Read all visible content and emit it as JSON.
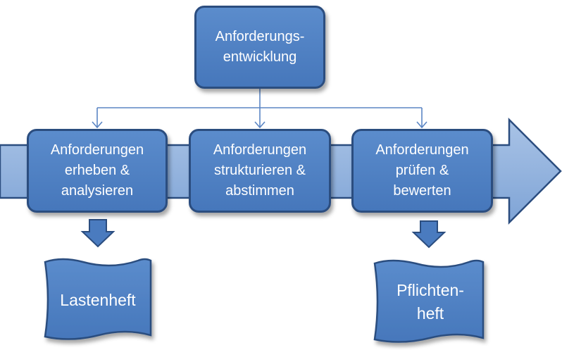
{
  "top": {
    "lines": [
      "Anforderungs-",
      "entwicklung"
    ]
  },
  "steps": [
    {
      "lines": [
        "Anforderungen",
        "erheben &",
        "analysieren"
      ]
    },
    {
      "lines": [
        "Anforderungen",
        "strukturieren &",
        "abstimmen"
      ]
    },
    {
      "lines": [
        "Anforderungen",
        "prüfen &",
        "bewerten"
      ]
    }
  ],
  "documents": [
    {
      "lines": [
        "Lastenheft"
      ]
    },
    {
      "lines": [
        "Pflichten-",
        "heft"
      ]
    }
  ],
  "colors": {
    "box_fill": "#4a7bbf",
    "box_border": "#2b4d7f",
    "arrow_fill": "#8fb0dc",
    "connector": "#5b86c4"
  }
}
